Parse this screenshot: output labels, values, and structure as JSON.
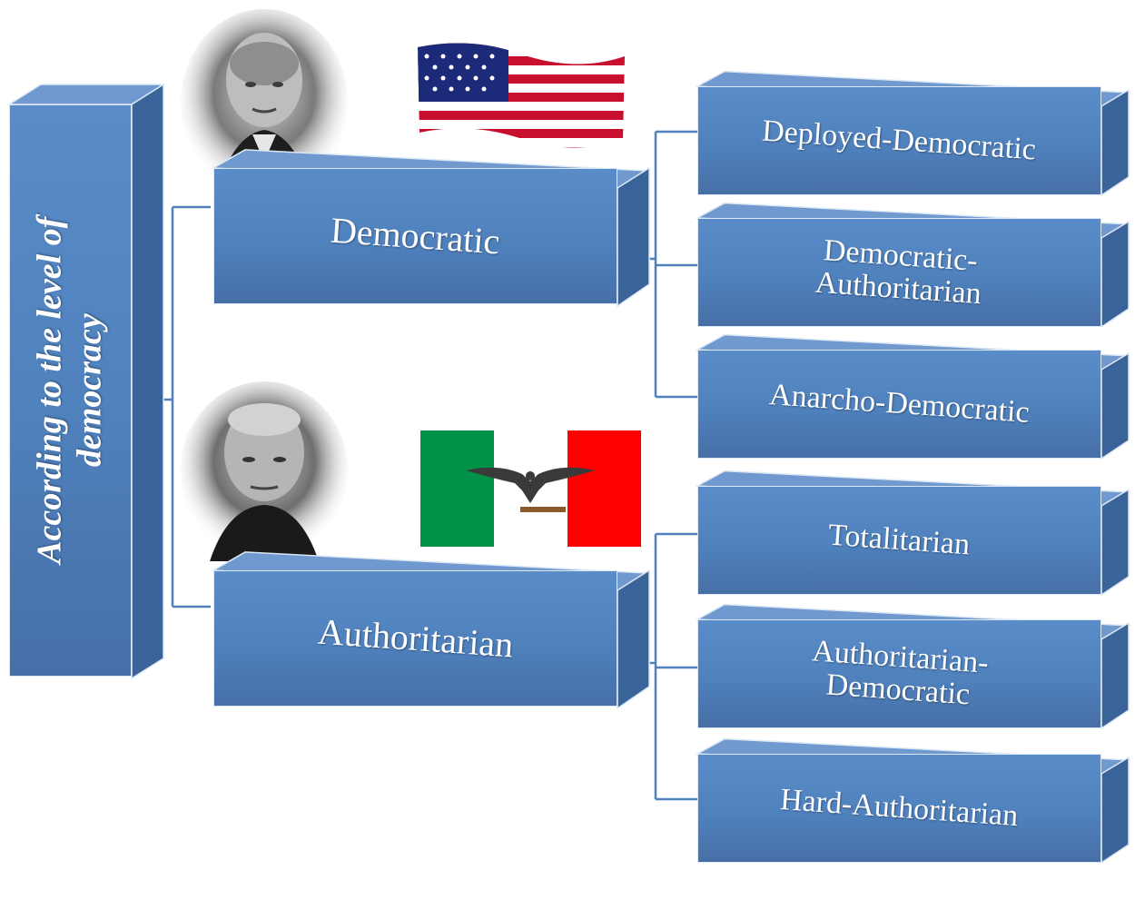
{
  "diagram": {
    "root": {
      "line1": "According to the level of",
      "line2": "democracy"
    },
    "branches": [
      {
        "label": "Democratic",
        "leaves": [
          {
            "lines": [
              "Deployed-Democratic"
            ]
          },
          {
            "lines": [
              "Democratic-",
              "Authoritarian"
            ]
          },
          {
            "lines": [
              "Anarcho-Democratic"
            ]
          }
        ]
      },
      {
        "label": "Authoritarian",
        "leaves": [
          {
            "lines": [
              "Totalitarian"
            ]
          },
          {
            "lines": [
              "Authoritarian-",
              "Democratic"
            ]
          },
          {
            "lines": [
              "Hard-Authoritarian"
            ]
          }
        ]
      }
    ]
  },
  "images": {
    "portrait_top": "portrait-photo",
    "flag_top": "us-flag",
    "portrait_bottom": "portrait-photo",
    "flag_bottom": "italian-social-republic-flag"
  },
  "colors": {
    "box_front": "#4f81bd",
    "box_top": "#6f99cf",
    "box_side": "#3a6399",
    "connector": "#4f81bd"
  }
}
